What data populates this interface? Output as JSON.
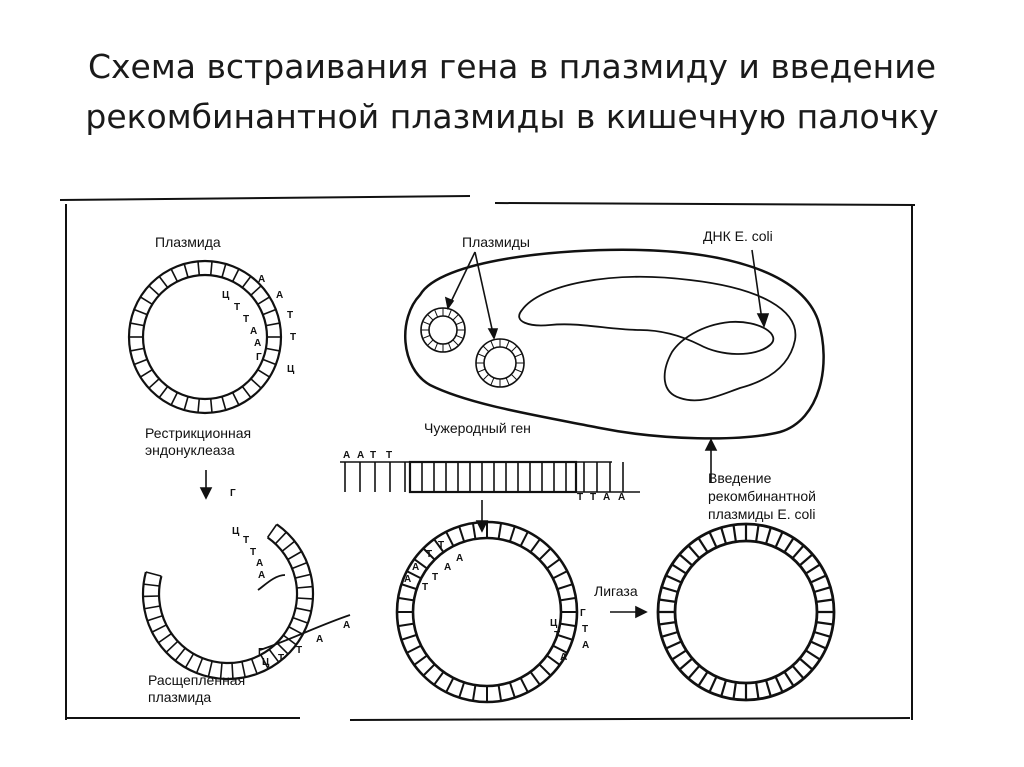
{
  "title": {
    "line1": "Схема встраивания гена в плазмиду и введение",
    "line2": "рекомбинантной плазмиды в кишечную палочку"
  },
  "labels": {
    "plasmid": "Плазмида",
    "restriction_line1": "Рестрикционная",
    "restriction_line2": "эндонуклеаза",
    "cleaved_line1": "Расщепленная",
    "cleaved_line2": "плазмида",
    "plasmids": "Плазмиды",
    "ecoli_dna": "ДНК E. coli",
    "foreign_gene": "Чужеродный ген",
    "introduction_line1": "Введение",
    "introduction_line2": "рекомбинантной",
    "introduction_line3": "плазмиды E. coli",
    "ligase": "Лигаза"
  },
  "bases": {
    "plasmid_outer": [
      "А",
      "А",
      "Т",
      "Т",
      "Ц"
    ],
    "plasmid_inner": [
      "Ц",
      "Т",
      "Т",
      "А",
      "А",
      "Г"
    ],
    "cut_top": [
      "Г",
      "Ц",
      "Т",
      "Т",
      "А",
      "А"
    ],
    "cut_bottom": [
      "Г",
      "Ц",
      "Т",
      "Т",
      "А",
      "А"
    ],
    "gene_left": [
      "А",
      "А",
      "Т",
      "Т"
    ],
    "gene_right": [
      "Т",
      "Т",
      "А",
      "А"
    ],
    "recomb_left": [
      "А",
      "А",
      "Т",
      "Т",
      "Т",
      "Т",
      "А",
      "А"
    ],
    "recomb_right": [
      "Г",
      "Ц",
      "Т",
      "Т",
      "А",
      "А"
    ]
  }
}
